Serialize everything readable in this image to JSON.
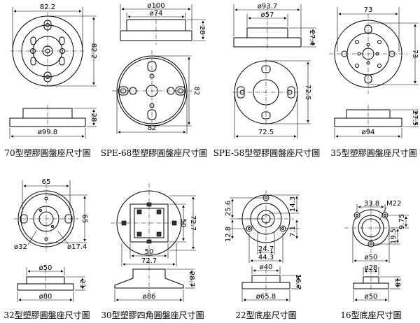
{
  "captions": {
    "c70": "70型塑膠圓盤座尺寸圖",
    "spe68": "SPE-68型塑膠圓盤座尺寸圖",
    "spe58": "SPE-58型塑膠圓盤座尺寸圖",
    "c35": "35型塑膠圓盤座尺寸圖",
    "c32": "32型塑膠圓盤座尺寸圖",
    "c30": "30型塑膠四角圓盤座尺寸圖",
    "c22": "22型底座尺寸圖",
    "c16": "16型底座尺寸圖"
  },
  "dims": {
    "d70": {
      "top_width": "82.2",
      "side_height": "82.2",
      "base_height": "28",
      "base_dia": "ø99.8"
    },
    "spe68": {
      "outer_dia": "ø100",
      "inner_dia": "ø74",
      "body_height": "28",
      "plan_height": "82",
      "plan_width": "82"
    },
    "spe58": {
      "outer_dia": "ø93.7",
      "inner_dia": "ø57",
      "body_height": "27.4",
      "plan_height": "72.5",
      "plan_width": "72.5"
    },
    "d35": {
      "top_width": "73",
      "side_height": "73",
      "base_height": "27.5",
      "base_dia": "ø94"
    },
    "d32": {
      "top_width": "65",
      "side_height": "65",
      "hole_dia": "ø32",
      "small_hole": "ø17.4",
      "top_dia": "ø50",
      "base_dia": "ø80",
      "base_height": "21"
    },
    "d30": {
      "inner_width": "50",
      "outer_width": "72.7",
      "inner_height": "50",
      "outer_height": "72.7",
      "base_height": "28.7",
      "base_dia": "ø86"
    },
    "d22": {
      "left_outer": "25.6",
      "left_inner": "12.8",
      "right_top": "14.3",
      "right_bottom": "7.1",
      "bottom_inner": "24.7",
      "bottom_outer": "44.3",
      "top_dia": "ø40",
      "base_dia": "ø65.8",
      "base_height": "16.7"
    },
    "d16": {
      "top_left": "33.8",
      "thread": "M22",
      "right_outer": "9.75",
      "right_inner": "19.5",
      "bottom_width": "ø50",
      "top_dia": "ø28",
      "base_dia": "ø50",
      "base_height": "18"
    }
  }
}
